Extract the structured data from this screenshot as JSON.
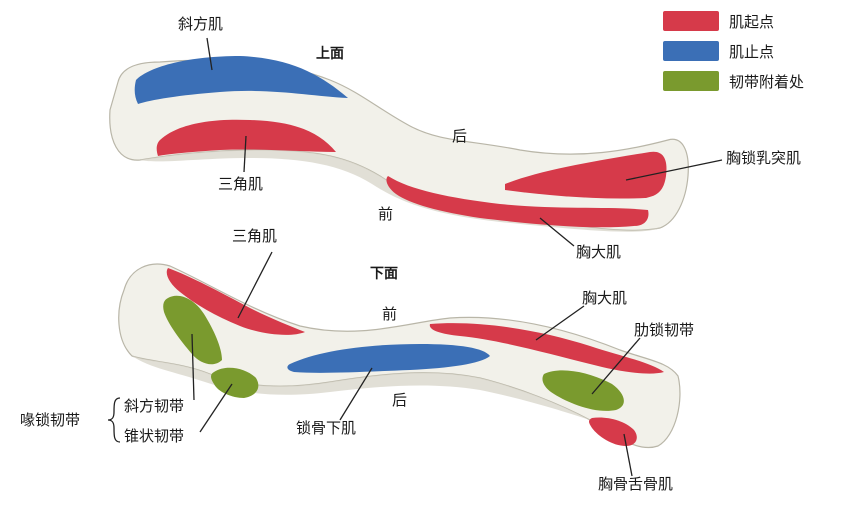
{
  "colors": {
    "origin": "#d63a4a",
    "insertion": "#3b6fb6",
    "ligament": "#7a9a2e",
    "bone": "#f2f1ea",
    "bone_shade": "#d9d7cc",
    "bone_outline": "#b9b6a8"
  },
  "legend": [
    {
      "label": "肌起点",
      "color_key": "origin"
    },
    {
      "label": "肌止点",
      "color_key": "insertion"
    },
    {
      "label": "韧带附着处",
      "color_key": "ligament"
    }
  ],
  "upper_view": {
    "title": "上面",
    "front": "前",
    "back": "后",
    "labels": {
      "trapezius": "斜方肌",
      "deltoid": "三角肌",
      "sternocleidomastoid": "胸锁乳突肌",
      "pectoralis_major": "胸大肌"
    }
  },
  "lower_view": {
    "title": "下面",
    "front": "前",
    "back": "后",
    "labels": {
      "deltoid": "三角肌",
      "pectoralis_major": "胸大肌",
      "costoclavicular_ligament": "肋锁韧带",
      "coracoclavicular_ligament": "喙锁韧带",
      "trapezoid_ligament": "斜方韧带",
      "conoid_ligament": "锥状韧带",
      "subclavius": "锁骨下肌",
      "sternohyoid": "胸骨舌骨肌"
    }
  }
}
